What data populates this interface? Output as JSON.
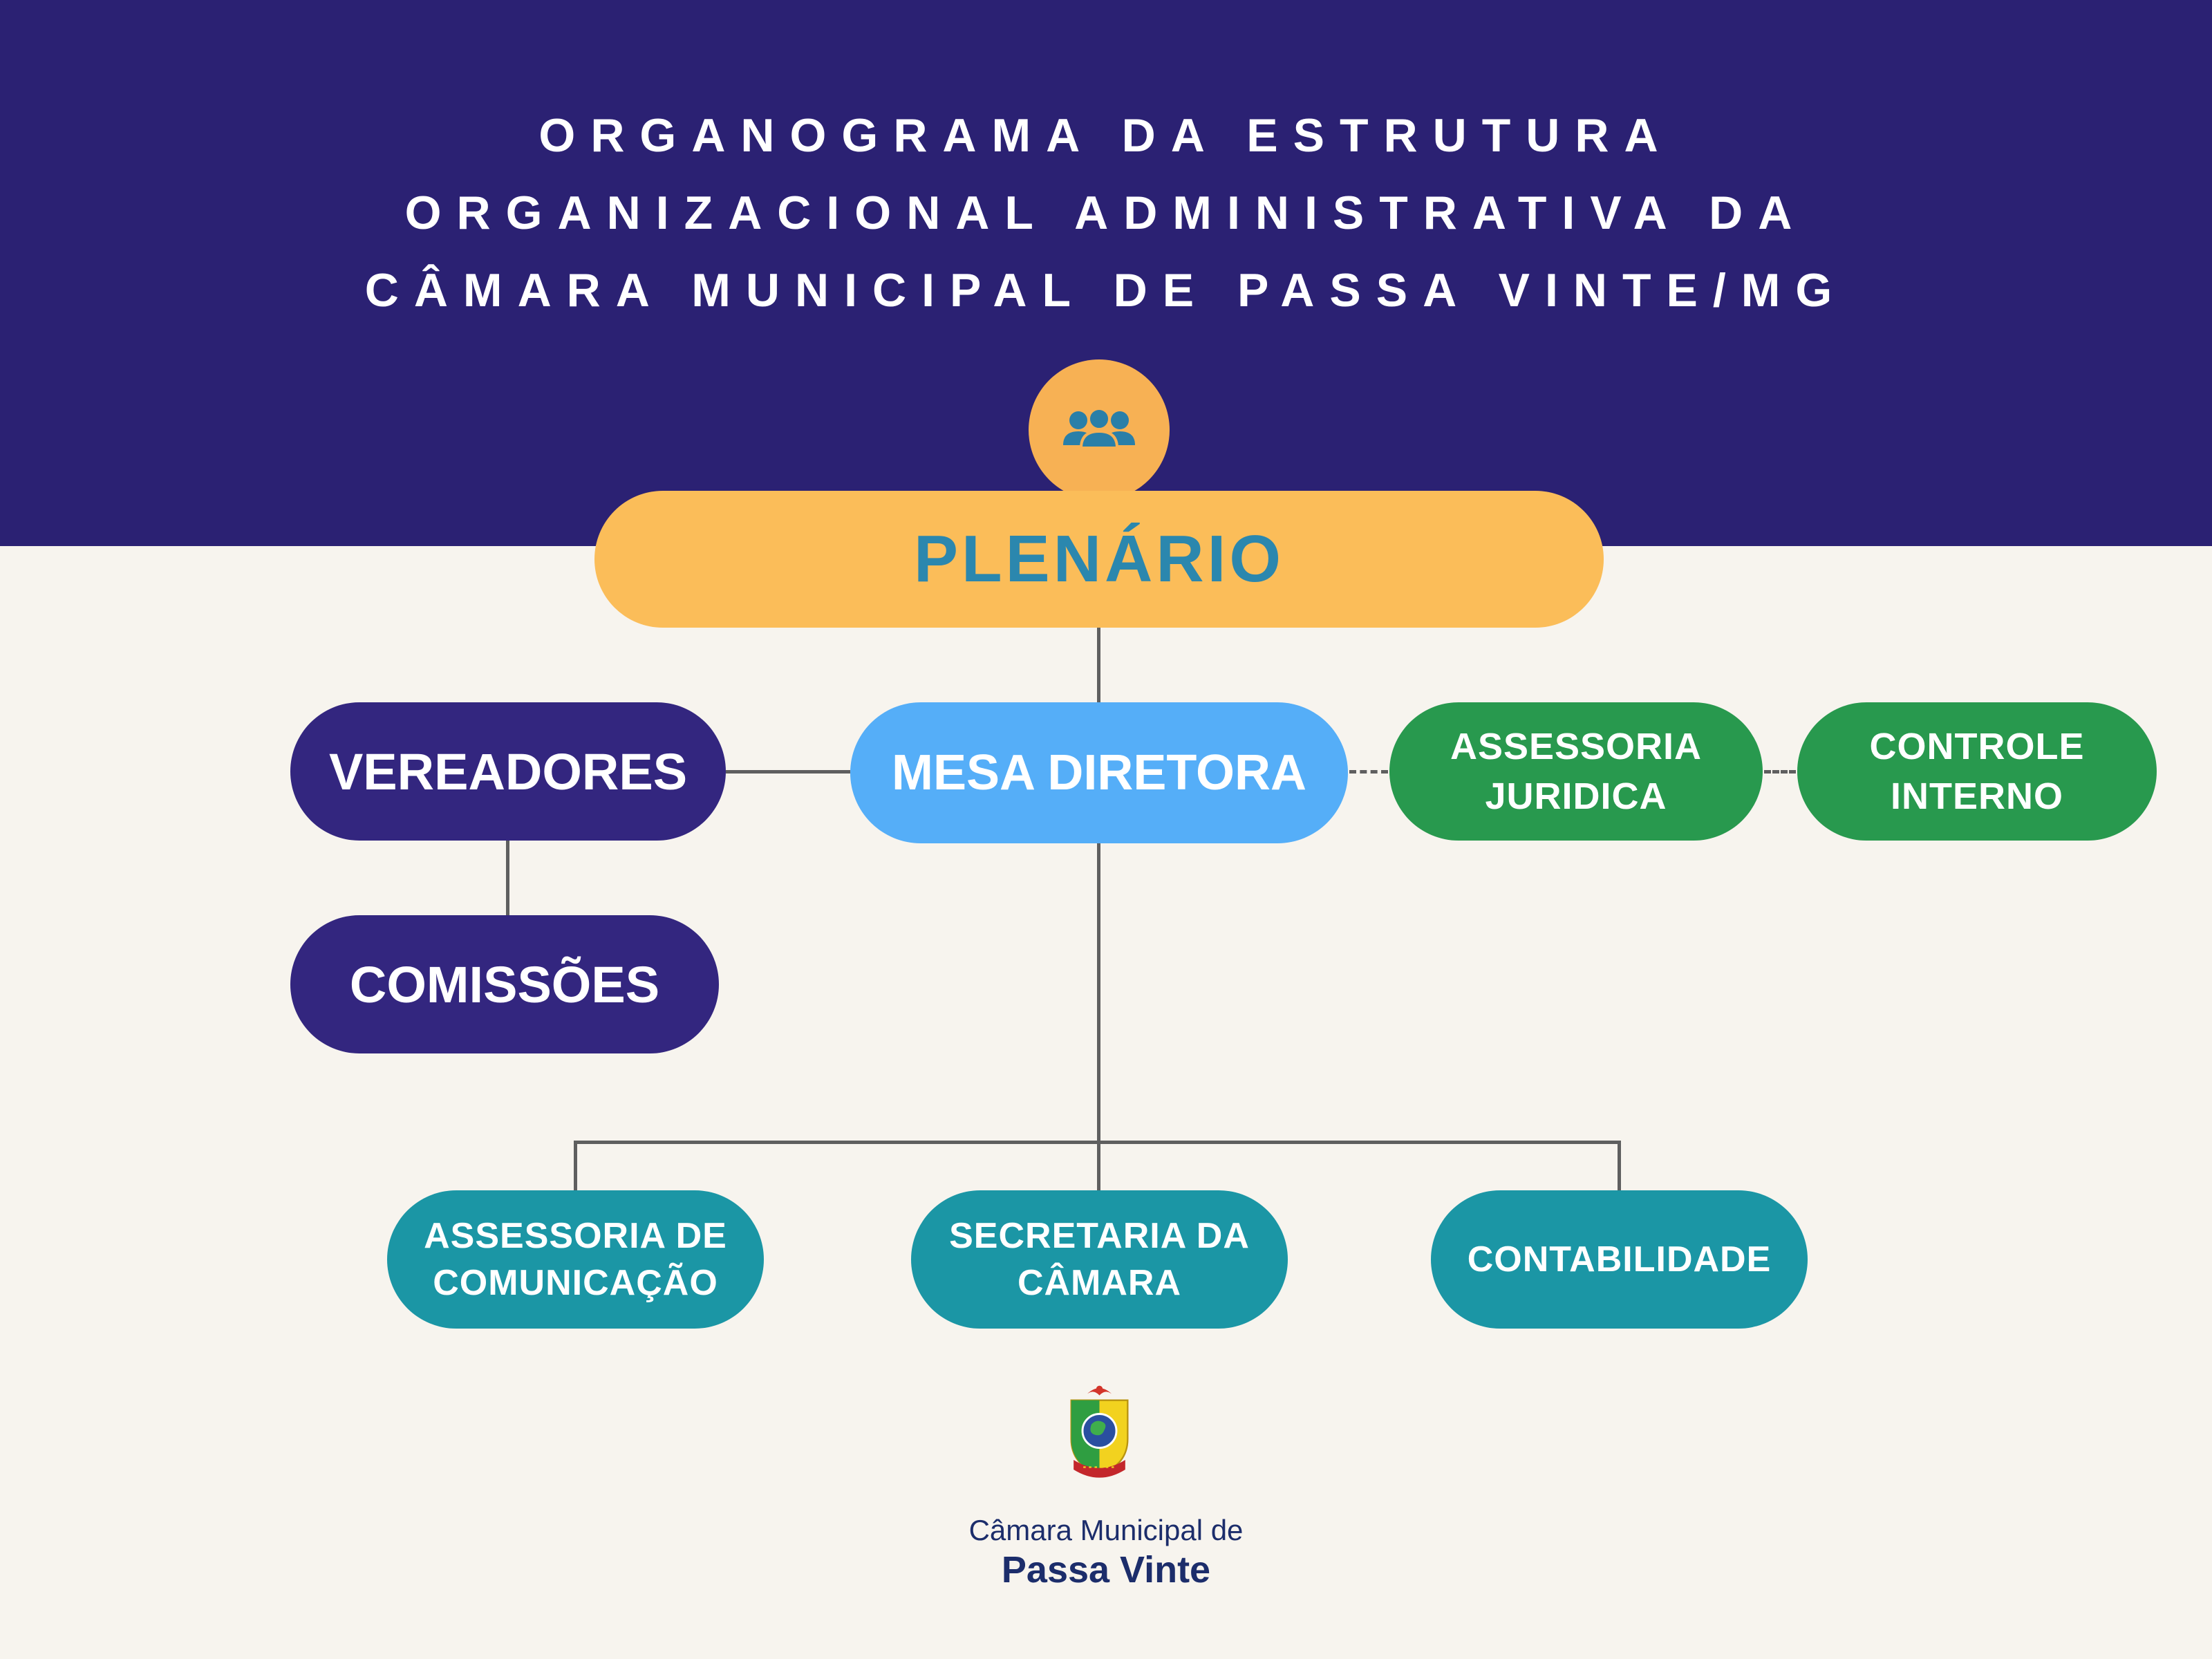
{
  "poster": {
    "background": "#f7f4ee",
    "header_background": "#2b2173",
    "connector_color": "#5f5f5f"
  },
  "title": {
    "line1": "ORGANOGRAMA DA ESTRUTURA",
    "line2": "ORGANIZACIONAL ADMINISTRATIVA DA",
    "line3": "CÂMARA MUNICIPAL DE PASSA VINTE/MG",
    "color": "#ffffff"
  },
  "nodes": {
    "plenario": {
      "label": "PLENÁRIO",
      "background": "#fbbd59",
      "text_color": "#2b87ae"
    },
    "vereadores": {
      "label": "VEREADORES",
      "background": "#33267f",
      "text_color": "#ffffff"
    },
    "mesa_diretora": {
      "label": "MESA DIRETORA",
      "background": "#55aef8",
      "text_color": "#ffffff"
    },
    "assessoria_juridica": {
      "line1": "ASSESSORIA",
      "line2": "JURIDICA",
      "background": "#28994e",
      "text_color": "#ffffff"
    },
    "controle_interno": {
      "line1": "CONTROLE",
      "line2": "INTERNO",
      "background": "#28994e",
      "text_color": "#ffffff"
    },
    "comissoes": {
      "label": "COMISSÕES",
      "background": "#33267f",
      "text_color": "#ffffff"
    },
    "assessoria_de_comunicacao": {
      "line1": "ASSESSORIA DE",
      "line2": "COMUNICAÇÃO",
      "background": "#1b96a5",
      "text_color": "#ffffff"
    },
    "secretaria_da_camara": {
      "line1": "SECRETARIA DA",
      "line2": "CÂMARA",
      "background": "#1b96a5",
      "text_color": "#ffffff"
    },
    "contabilidade": {
      "label": "CONTABILIDADE",
      "background": "#1b96a5",
      "text_color": "#ffffff"
    }
  },
  "icons": {
    "people_icon": {
      "name": "people-group-icon",
      "circle_color": "#f7b154",
      "glyph_color": "#2a7fa8"
    },
    "crest": {
      "name": "passa-vinte-coat-of-arms"
    }
  },
  "footer": {
    "org_name_line1": "Câmara Municipal de",
    "org_name_line2": "Passa Vinte",
    "text_color": "#1c2d6b"
  }
}
